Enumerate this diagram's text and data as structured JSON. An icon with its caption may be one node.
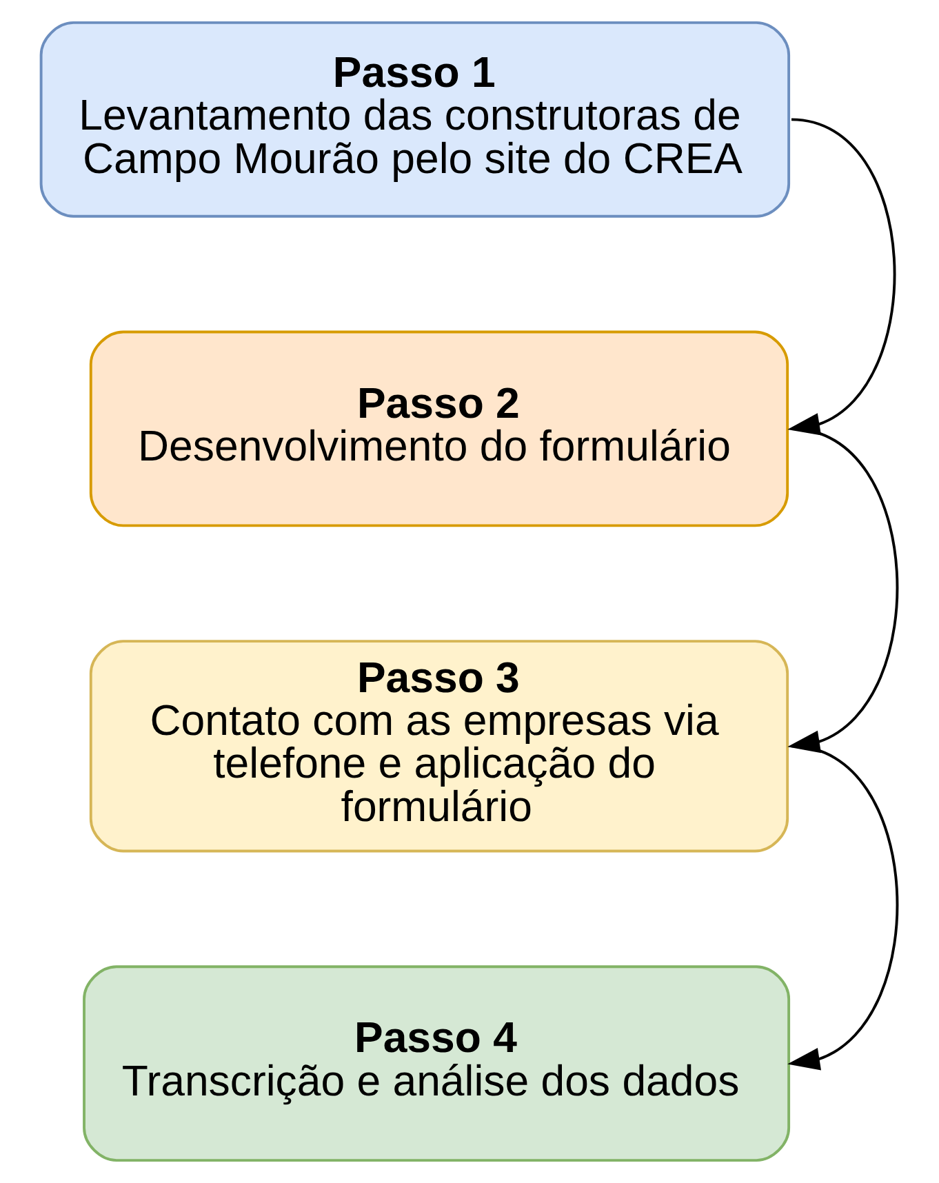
{
  "diagram": {
    "nodes": [
      {
        "text": [
          "Passo 1",
          "Levantamento das construtoras de Campo Mourão pelo site do CREA"
        ]
      },
      {
        "text": [
          "Passo 2",
          "Desenvolvimento do formulário"
        ]
      },
      {
        "text": [
          "Passo 3",
          "Contato com as empresas via telefone e aplicação do formulário"
        ]
      },
      {
        "text": [
          "Passo 4",
          "Transcrição e análise dos dados"
        ]
      }
    ],
    "edges": [
      {
        "from": 0,
        "to": 1,
        "arrow": "to"
      },
      {
        "from": 1,
        "to": 2,
        "arrow": "to"
      },
      {
        "from": 2,
        "to": 3,
        "arrow": "to"
      }
    ]
  }
}
